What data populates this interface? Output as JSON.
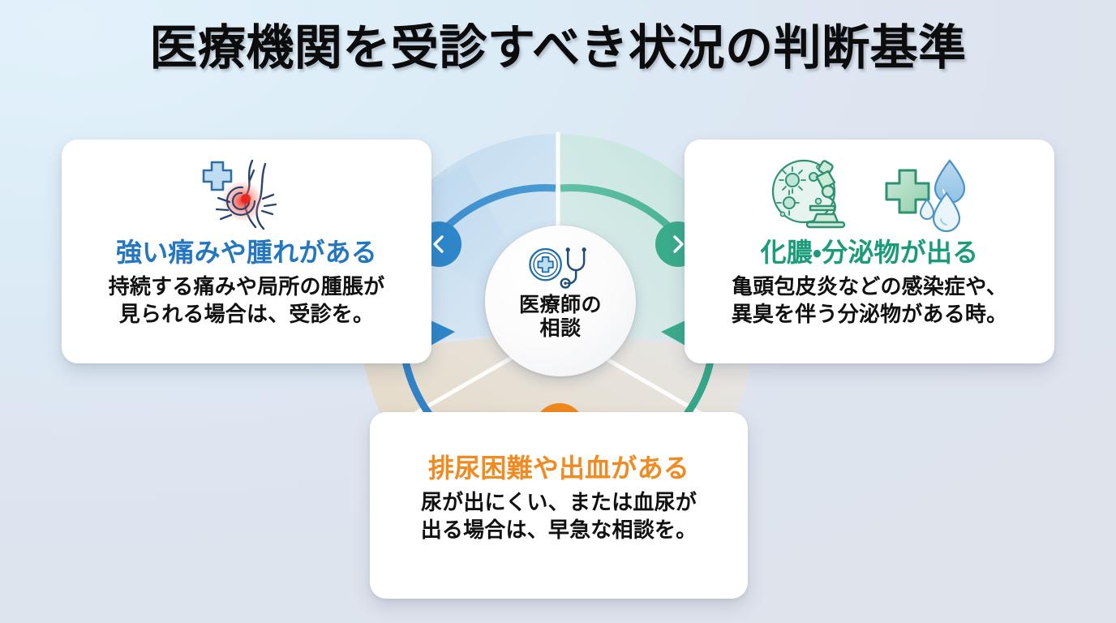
{
  "page": {
    "title": "医療機関を受診すべき状況の判断基準",
    "background_start": "#e2f1fa",
    "background_end": "#dfe3ec"
  },
  "hub": {
    "label_line1": "医療師の",
    "label_line2": "相談",
    "icon": "medical-cross-stethoscope-icon",
    "icon_color": "#1f6ea8"
  },
  "badges": {
    "left": {
      "icon": "chevron-left-icon",
      "color": "#2e86c8"
    },
    "right": {
      "icon": "chevron-right-icon",
      "color": "#3aab8b"
    },
    "bottom": {
      "icon": "person-urination-blocked-icon",
      "color": "#f0881c"
    }
  },
  "cards": [
    {
      "id": "card-left",
      "title": "強い痛みや腫れがある",
      "title_color": "#2377c0",
      "body_line1": "持続する痛みや局所の腫脹が",
      "body_line2": "見られる場合は、受診を。",
      "icons": [
        "blue-cross-swelling-pain-icon"
      ]
    },
    {
      "id": "card-right",
      "title": "化膿・分泌物が出る",
      "title_color": "#1a9c7a",
      "body_line1": "亀頭包皮炎などの感染症や、",
      "body_line2": "異臭を伴う分泌物がある時。",
      "icons": [
        "microscope-bacteria-icon",
        "green-cross-droplets-icon"
      ]
    },
    {
      "id": "card-bottom",
      "title": "排尿困難や出血がある",
      "title_color": "#f08a21",
      "body_line1": "尿が出にくい、または血尿が",
      "body_line2": "出る場合は、早急な相談を。",
      "icons": []
    }
  ],
  "wheel": {
    "segments": [
      {
        "name": "pain-swelling",
        "arc_color": "#2e86c8",
        "fan_color": "#bad6ec"
      },
      {
        "name": "discharge-pus",
        "arc_color": "#3fad8e",
        "fan_color": "#bfe2d6"
      },
      {
        "name": "urination-bleeding",
        "arc_color": "#f08b21",
        "fan_color": "#e8d3b4"
      }
    ]
  }
}
